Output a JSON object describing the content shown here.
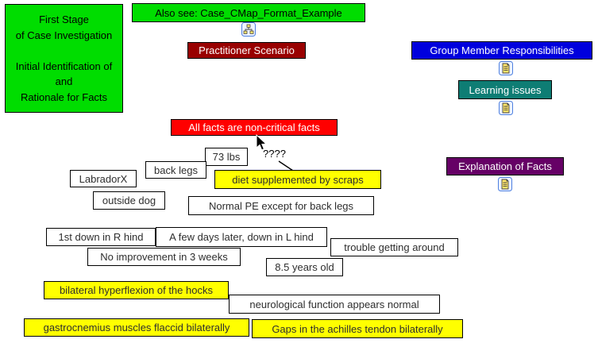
{
  "map": {
    "nodes": {
      "first_stage": "First Stage\nof Case Investigation\n\nInitial Identification of\nand\nRationale for Facts",
      "also_see": "Also see: Case_CMap_Format_Example",
      "practitioner": "Practitioner Scenario",
      "group_member": "Group Member Responsibilities",
      "learning": "Learning issues",
      "all_facts": "All facts are non-critical facts",
      "link_label": "????",
      "lbs": "73 lbs",
      "labradorx": "LabradorX",
      "back_legs": "back legs",
      "diet": "diet supplemented by scraps",
      "outside_dog": "outside dog",
      "normal_pe": "Normal PE except for back legs",
      "explanation": "Explanation of Facts",
      "first_down": "1st down in R hind",
      "few_days": "A few days later, down in L hind",
      "trouble": "trouble getting around",
      "no_improvement": "No improvement in 3 weeks",
      "years_old": "8.5 years old",
      "hyperflexion": "bilateral hyperflexion of the hocks",
      "neuro": "neurological function appears normal",
      "gastrocnemius": "gastrocnemius muscles flaccid bilaterally",
      "gaps": "Gaps in the achilles tendon bilaterally"
    },
    "icons": {
      "cmap_resource": "cmap-link-icon",
      "doc_resource_1": "document-icon",
      "doc_resource_2": "document-icon",
      "doc_resource_3": "document-icon"
    },
    "colors": {
      "green": "#00dd00",
      "red": "#ff0000",
      "dark_red": "#990000",
      "blue": "#0000dd",
      "teal": "#0e7d74",
      "purple": "#660066",
      "yellow": "#ffff00"
    }
  }
}
